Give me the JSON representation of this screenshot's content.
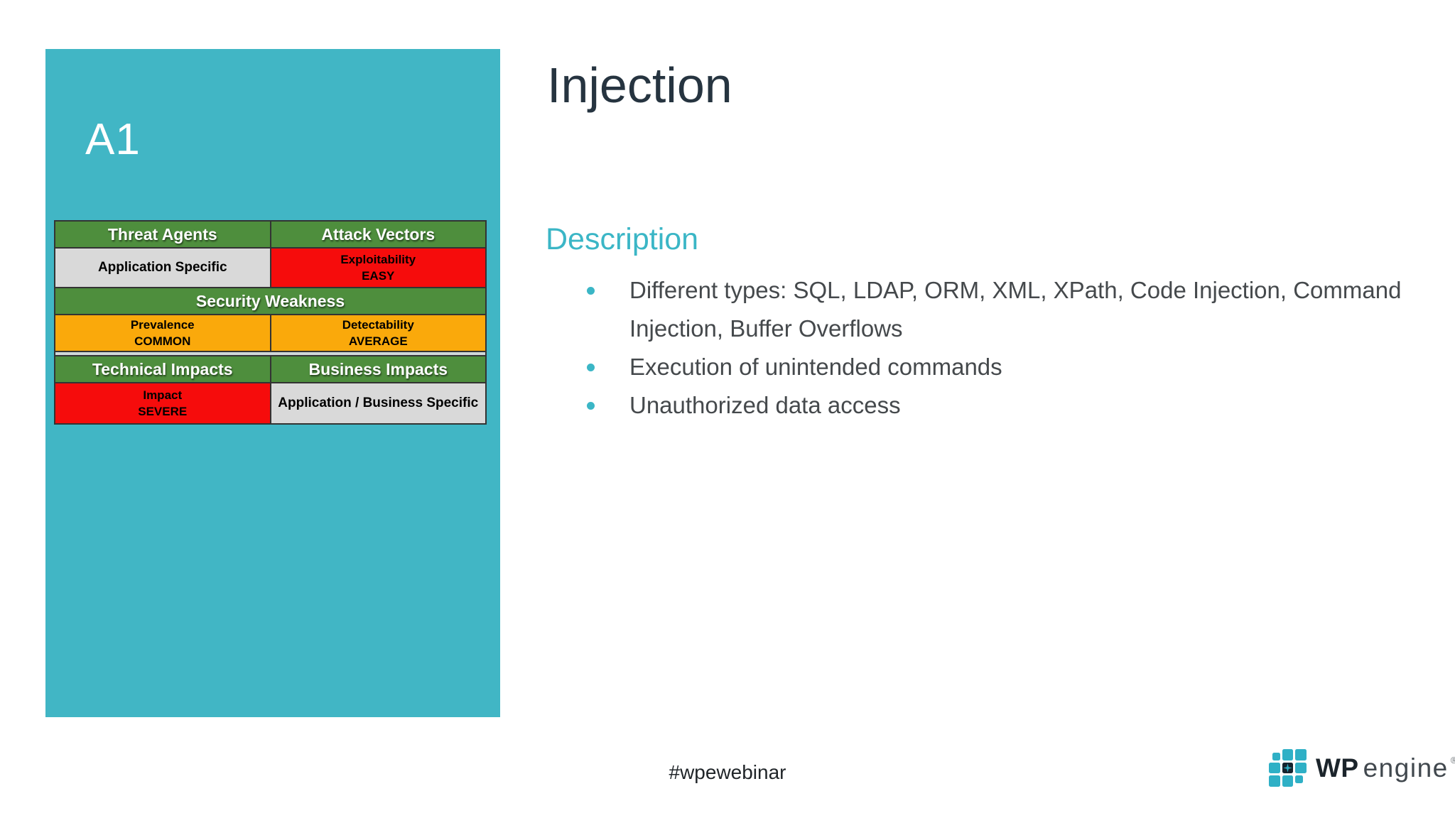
{
  "slide": {
    "badge_label": "A1",
    "title": "Injection",
    "section_heading": "Description",
    "bullets": [
      "Different types: SQL, LDAP, ORM, XML, XPath, Code Injection, Command\nInjection, Buffer Overflows",
      "Execution of unintended commands",
      "Unauthorized data access"
    ],
    "footer_hashtag": "#wpewebinar"
  },
  "risk_table": {
    "header_threat": "Threat Agents",
    "header_attack": "Attack Vectors",
    "threat_cell": "Application Specific",
    "exploitability_label": "Exploitability",
    "exploitability_value": "EASY",
    "span_header": "Security Weakness",
    "prevalence_label": "Prevalence",
    "prevalence_value": "COMMON",
    "detectability_label": "Detectability",
    "detectability_value": "AVERAGE",
    "header_technical": "Technical Impacts",
    "header_business": "Business Impacts",
    "impact_label": "Impact",
    "impact_value": "SEVERE",
    "business_cell": "Application / Business Specific"
  },
  "brand": {
    "logo_wp": "WP",
    "logo_engine": "engine",
    "registered_mark": "®",
    "icon": "wpengine-grid-icon"
  },
  "colors": {
    "panel_teal": "#41B6C5",
    "header_green": "#4E8E3D",
    "alert_red": "#F60C0C",
    "warn_orange": "#FAA90B",
    "neutral_gray": "#D9D9D9",
    "accent_teal": "#3BB6C6",
    "title_dark": "#263440",
    "bullet_text": "#45494C",
    "logo_teal": "#2FB0C6",
    "logo_dark": "#15242F"
  }
}
